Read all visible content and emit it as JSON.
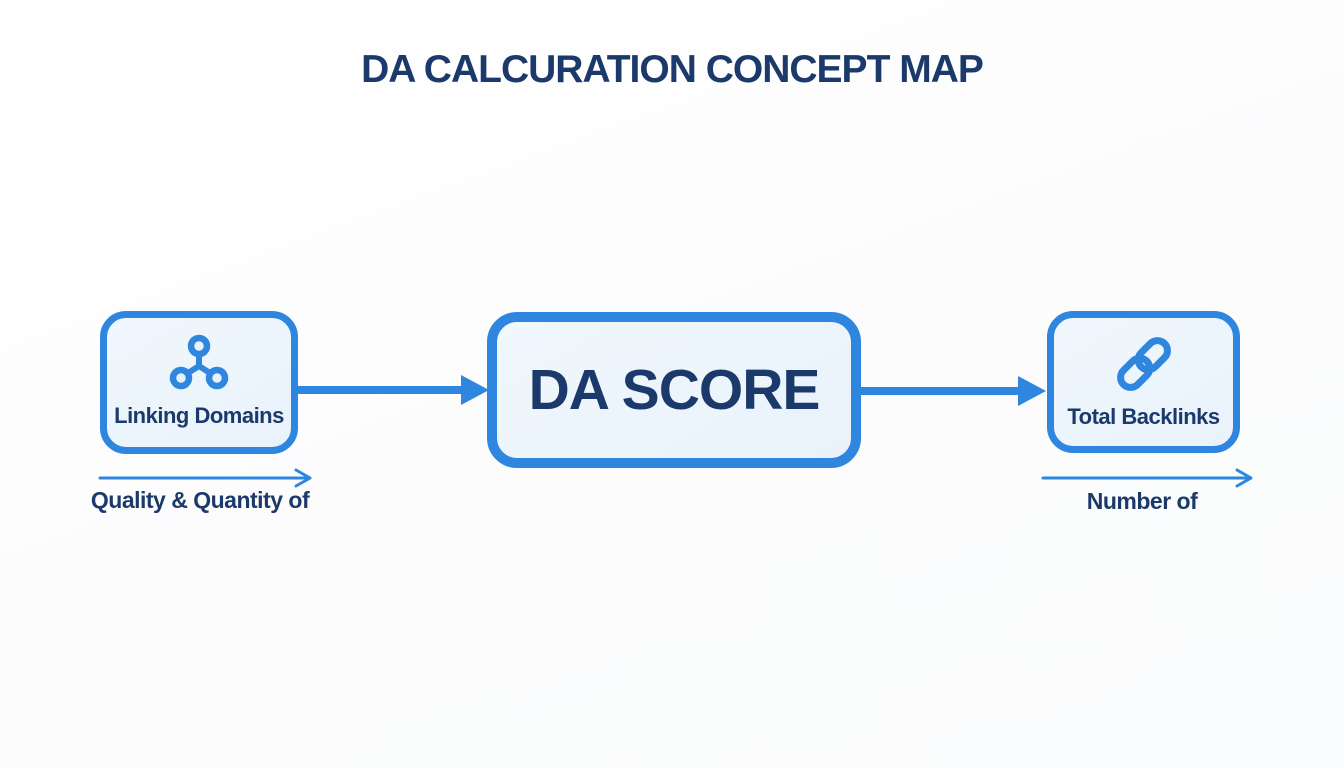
{
  "title": "DA CALCURATION CONCEPT MAP",
  "diagram": {
    "left_node": {
      "label": "Linking Domains",
      "icon": "share-network-icon",
      "caption": "Quality & Quantity of"
    },
    "center_node": {
      "label": "DA SCORE"
    },
    "right_node": {
      "label": "Total Backlinks",
      "icon": "chain-link-icon",
      "caption": "Number of"
    }
  },
  "colors": {
    "accent_blue": "#2e86de",
    "box_fill": "#e9f2fb",
    "navy_text": "#1b3a6b",
    "background": "#fdfdfd"
  }
}
